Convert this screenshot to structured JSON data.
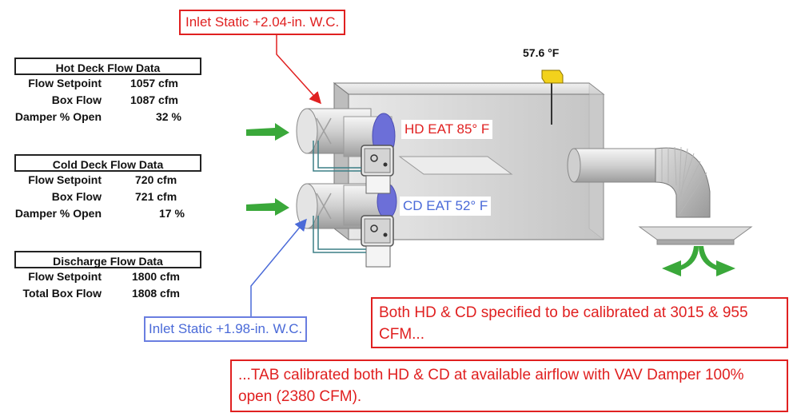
{
  "hot_deck": {
    "title": "Hot Deck Flow Data",
    "rows": [
      {
        "label": "Flow Setpoint",
        "value": "1057 cfm"
      },
      {
        "label": "Box Flow",
        "value": "1087 cfm"
      },
      {
        "label": "Damper % Open",
        "value": "32 %"
      }
    ]
  },
  "cold_deck": {
    "title": "Cold Deck Flow Data",
    "rows": [
      {
        "label": "Flow Setpoint",
        "value": "720 cfm"
      },
      {
        "label": "Box Flow",
        "value": "721 cfm"
      },
      {
        "label": "Damper % Open",
        "value": "17 %"
      }
    ]
  },
  "discharge": {
    "title": "Discharge Flow Data",
    "rows": [
      {
        "label": "Flow Setpoint",
        "value": "1800 cfm"
      },
      {
        "label": "Total Box Flow",
        "value": "1808 cfm"
      }
    ]
  },
  "callouts": {
    "hd_inlet_static": "Inlet Static +2.04-in. W.C.",
    "cd_inlet_static": "Inlet Static +1.98-in. W.C.",
    "hd_eat": "HD EAT 85° F",
    "cd_eat": "CD EAT 52° F",
    "temperature": "57.6 °F",
    "spec_note": "Both HD & CD specified to be calibrated at 3015 & 955 CFM...",
    "tab_note": "...TAB calibrated both HD & CD at available airflow with VAV Damper 100% open (2380 CFM)."
  },
  "colors": {
    "red": "#e02020",
    "blue": "#4a6ad8",
    "arrow_green": "#3aa83a",
    "sensor_yellow": "#f2d21c",
    "damper_blade": "#6c6fd8"
  }
}
